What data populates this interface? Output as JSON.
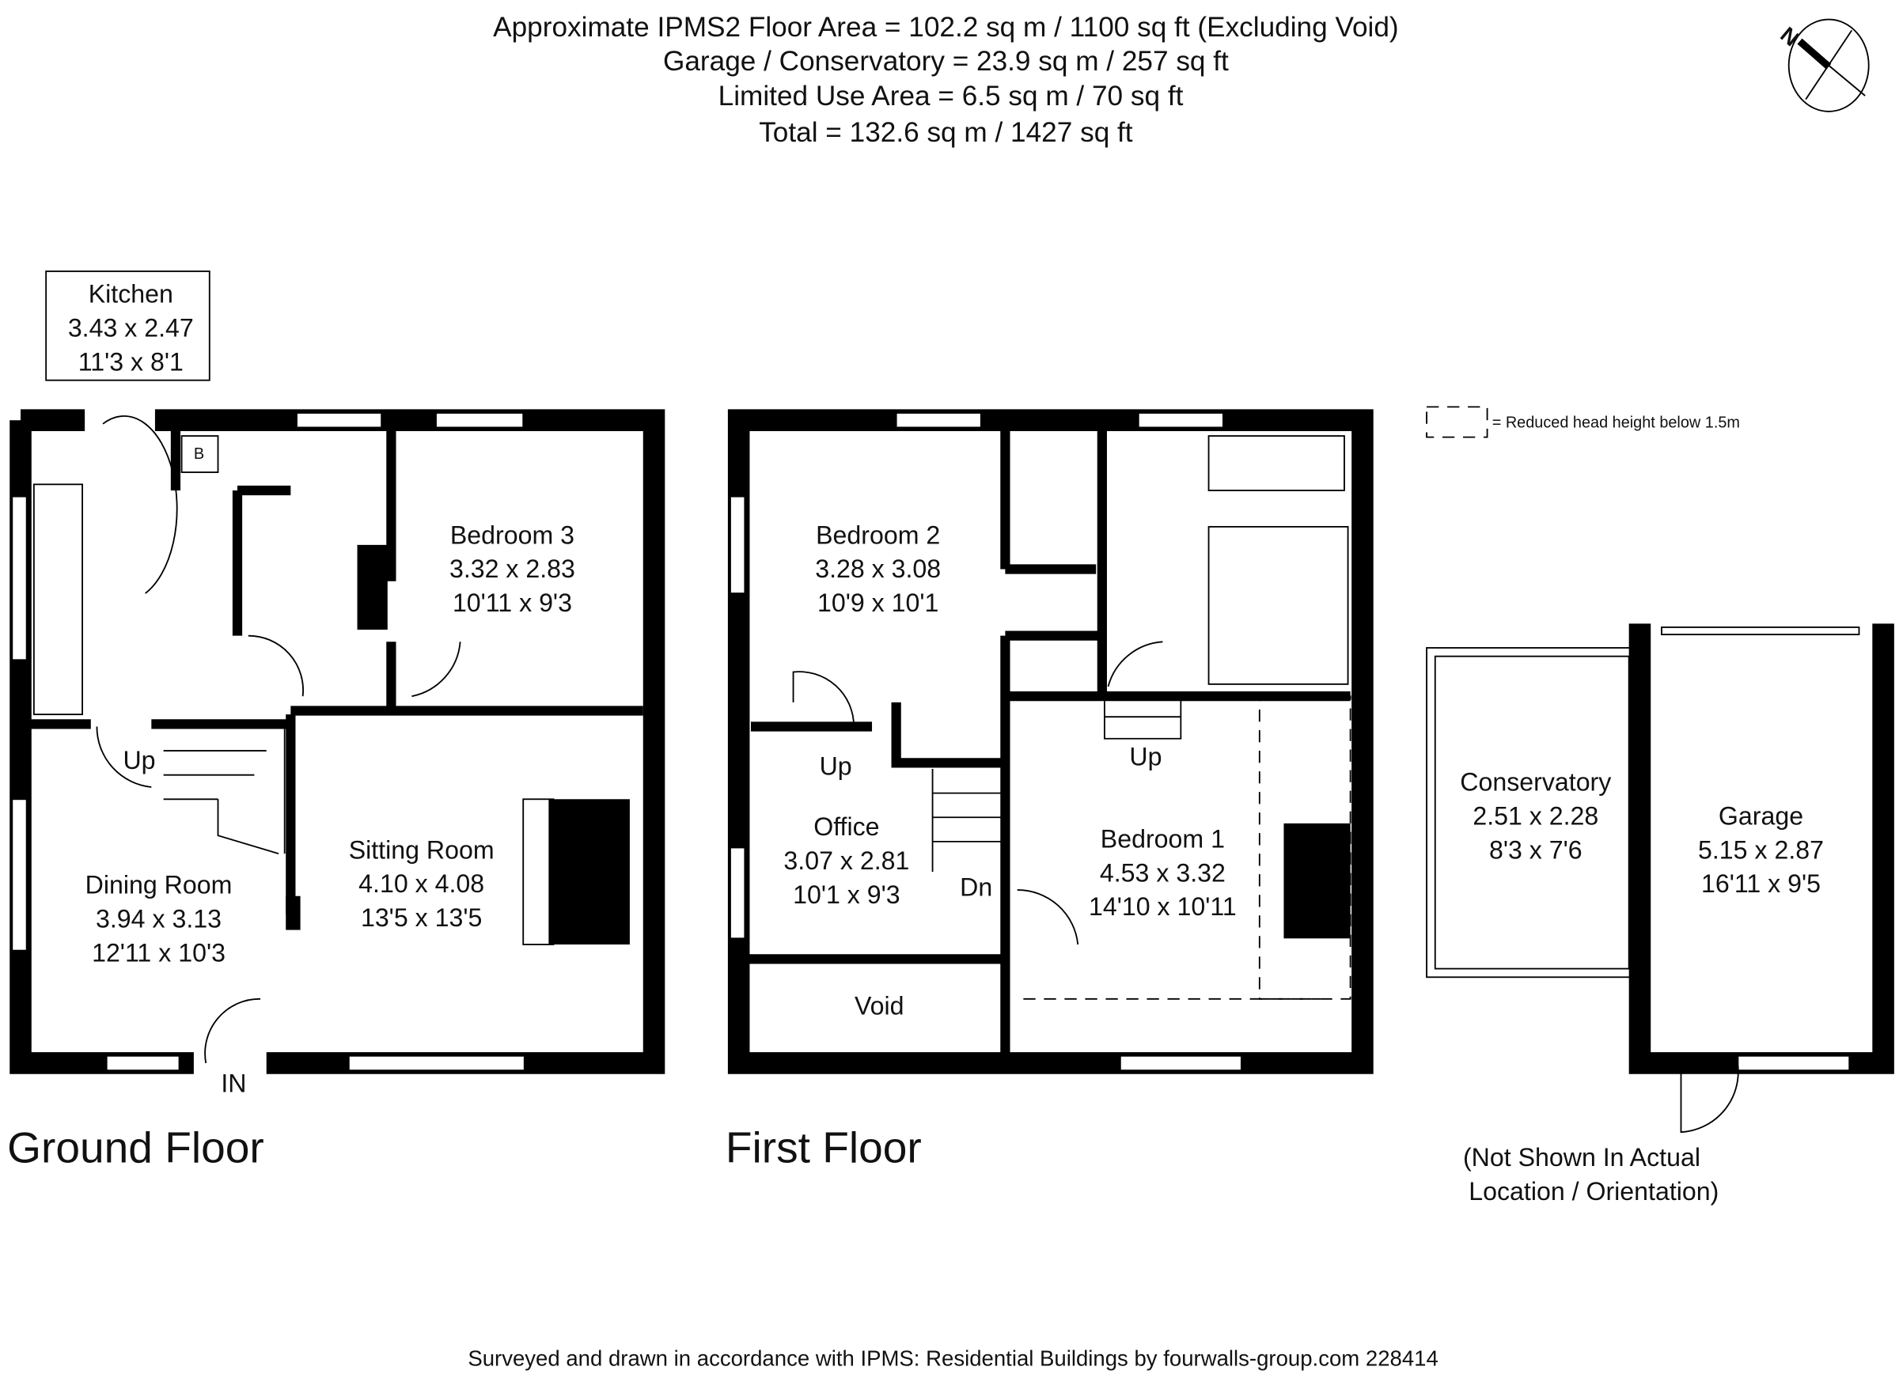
{
  "header": {
    "line1": "Approximate IPMS2 Floor Area = 102.2 sq m / 1100 sq ft (Excluding Void)",
    "line2": "Garage / Conservatory = 23.9 sq m / 257 sq ft",
    "line3": "Limited Use Area = 6.5 sq m / 70 sq ft",
    "line4": "Total = 132.6 sq m / 1427 sq ft"
  },
  "compass": {
    "label": "N",
    "icon": "north-arrow-icon"
  },
  "legend": {
    "text": "= Reduced head height below 1.5m"
  },
  "ground_floor": {
    "title": "Ground Floor",
    "rooms": {
      "kitchen": {
        "name": "Kitchen",
        "metric": "3.43 x 2.47",
        "imperial": "11'3 x 8'1"
      },
      "bedroom3": {
        "name": "Bedroom 3",
        "metric": "3.32 x 2.83",
        "imperial": "10'11 x 9'3"
      },
      "sitting": {
        "name": "Sitting Room",
        "metric": "4.10 x 4.08",
        "imperial": "13'5 x 13'5"
      },
      "dining": {
        "name": "Dining Room",
        "metric": "3.94 x 3.13",
        "imperial": "12'11 x 10'3"
      }
    },
    "boiler": "B",
    "up": "Up",
    "entrance": "IN"
  },
  "first_floor": {
    "title": "First Floor",
    "rooms": {
      "bedroom2": {
        "name": "Bedroom 2",
        "metric": "3.28 x 3.08",
        "imperial": "10'9 x 10'1"
      },
      "office": {
        "name": "Office",
        "metric": "3.07 x 2.81",
        "imperial": "10'1 x 9'3"
      },
      "bedroom1": {
        "name": "Bedroom 1",
        "metric": "4.53 x 3.32",
        "imperial": "14'10 x 10'11"
      },
      "void": {
        "name": "Void"
      }
    },
    "up1": "Up",
    "up2": "Up",
    "down": "Dn"
  },
  "outbuildings": {
    "conservatory": {
      "name": "Conservatory",
      "metric": "2.51 x 2.28",
      "imperial": "8'3 x 7'6"
    },
    "garage": {
      "name": "Garage",
      "metric": "5.15 x 2.87",
      "imperial": "16'11 x 9'5"
    },
    "note1": "(Not Shown In Actual",
    "note2": "Location / Orientation)"
  },
  "footer": "Surveyed and drawn in accordance with IPMS: Residential Buildings by fourwalls-group.com 228414"
}
